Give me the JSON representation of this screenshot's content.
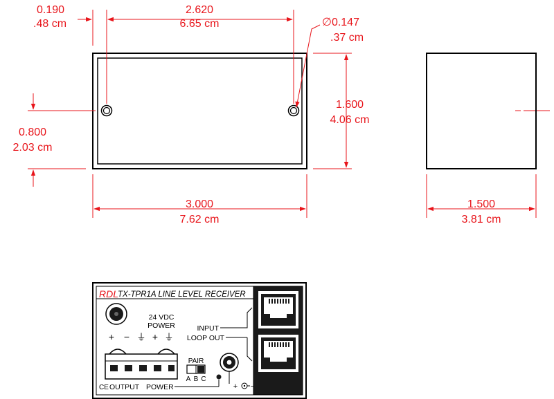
{
  "colors": {
    "dimension": "#e8151b",
    "outline": "#000000",
    "background": "#ffffff",
    "device_fill": "#1a1a1a"
  },
  "dimensions": {
    "left_offset": {
      "in": "0.190",
      "cm": ".48 cm"
    },
    "hole_spacing": {
      "in": "2.620",
      "cm": "6.65 cm"
    },
    "hole_diameter": {
      "in": "∅0.147",
      "cm": ".37 cm"
    },
    "height": {
      "in": "1.600",
      "cm": "4.06 cm"
    },
    "hole_height": {
      "in": "0.800",
      "cm": "2.03 cm"
    },
    "width": {
      "in": "3.000",
      "cm": "7.62 cm"
    },
    "depth": {
      "in": "1.500",
      "cm": "3.81 cm"
    }
  },
  "device": {
    "brand": "RDL",
    "model_title": "TX-TPR1A LINE LEVEL RECEIVER",
    "power_label_line1": "24 VDC",
    "power_label_line2": "POWER",
    "terminal_symbols": [
      "+",
      "−",
      "⏚",
      "+",
      "⏚"
    ],
    "input_label": "INPUT",
    "loop_out_label": "LOOP OUT",
    "pair_label": "PAIR",
    "pair_options": [
      "A",
      "B",
      "C"
    ],
    "output_label": "OUTPUT",
    "power_label": "POWER",
    "ce_mark": "CE",
    "dc_jack_plus": "+",
    "dc_jack_minus": "−"
  }
}
